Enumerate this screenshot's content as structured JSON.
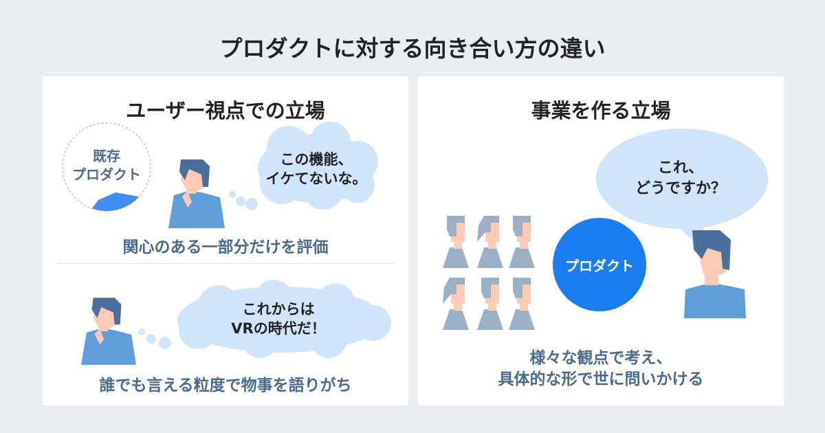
{
  "title": "プロダクトに対する向き合い方の違い",
  "left": {
    "heading": "ユーザー視点での立場",
    "product_circle": [
      "既存",
      "プロダクト"
    ],
    "thought1": [
      "この機能、",
      "イケてないな。"
    ],
    "caption1": "関心のある一部分だけを評価",
    "thought2": [
      "これからは",
      "VRの時代だ！"
    ],
    "caption2": "誰でも言える粒度で物事を語りがち"
  },
  "right": {
    "heading": "事業を作る立場",
    "speech": [
      "これ、",
      "どうですか？"
    ],
    "product_label": "プロダクト",
    "caption": [
      "様々な観点で考え、",
      "具体的な形で世に問いかける"
    ]
  },
  "colors": {
    "accent": "#1a7ef0",
    "bubble": "#d0e4fa",
    "text_blue": "#4b6a8b"
  }
}
